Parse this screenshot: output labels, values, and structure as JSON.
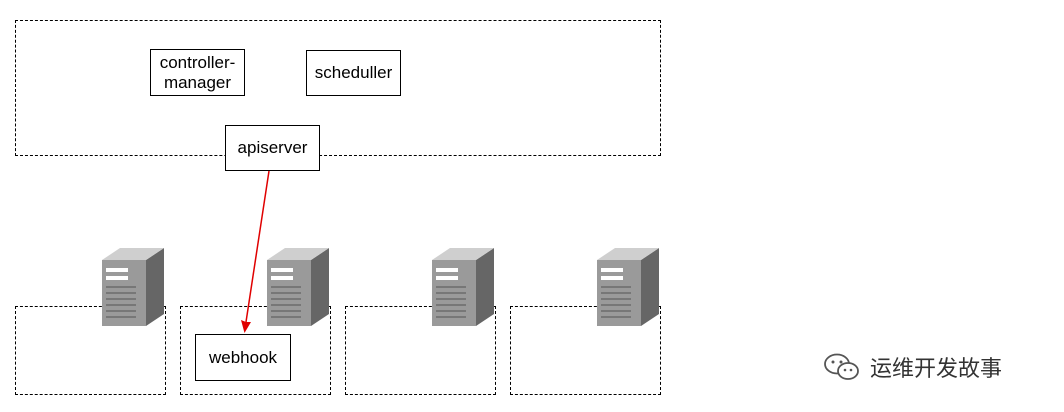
{
  "control_plane": {
    "controller_manager_line1": "controller-",
    "controller_manager_line2": "manager",
    "scheduler_label": "scheduller",
    "apiserver_label": "apiserver"
  },
  "worker_nodes": {
    "webhook_label": "webhook"
  },
  "watermark": {
    "text": "运维开发故事",
    "icon": "wechat-icon"
  },
  "colors": {
    "arrow": "#e00000",
    "server_front": "#9a9a9a",
    "server_side": "#666666",
    "server_top": "#cfcfcf"
  }
}
